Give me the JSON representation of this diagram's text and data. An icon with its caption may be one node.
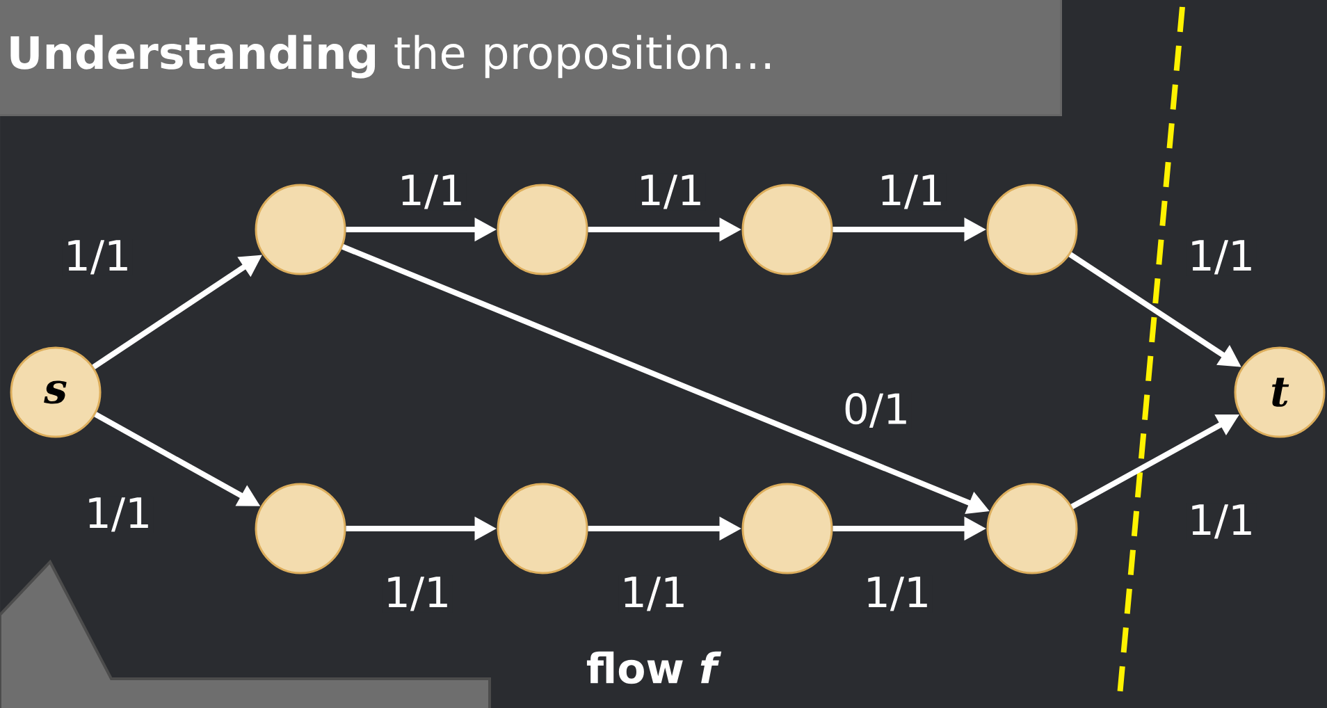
{
  "diagram": {
    "title": "**Understanding** the proposition…",
    "caption": "flow *f*",
    "nodes": [
      {
        "text": [
          "s"
        ]
      },
      {
        "text": [],
        "shape": "circle"
      },
      {
        "text": [],
        "shape": "circle"
      },
      {
        "text": [],
        "shape": "circle"
      },
      {
        "text": [],
        "shape": "circle"
      },
      {
        "text": [
          "t"
        ]
      },
      {
        "text": [],
        "shape": "circle"
      },
      {
        "text": [],
        "shape": "circle"
      },
      {
        "text": [],
        "shape": "circle"
      },
      {
        "text": [],
        "shape": "circle"
      }
    ],
    "edges": [
      {
        "from": 0,
        "to": 1,
        "arrow": "to",
        "label": "1/1"
      },
      {
        "from": 1,
        "to": 2,
        "arrow": "to",
        "label": "1/1"
      },
      {
        "from": 2,
        "to": 3,
        "arrow": "to",
        "label": "1/1"
      },
      {
        "from": 3,
        "to": 4,
        "arrow": "to",
        "label": "1/1"
      },
      {
        "from": 4,
        "to": 5,
        "arrow": "to",
        "label": "1/1"
      },
      {
        "from": 0,
        "to": 6,
        "arrow": "to",
        "label": "1/1"
      },
      {
        "from": 6,
        "to": 7,
        "arrow": "to",
        "label": "1/1"
      },
      {
        "from": 7,
        "to": 8,
        "arrow": "to",
        "label": "1/1"
      },
      {
        "from": 8,
        "to": 9,
        "arrow": "to",
        "label": "1/1"
      },
      {
        "from": 1,
        "to": 9,
        "arrow": "to",
        "label": "0/1"
      },
      {
        "from": 9,
        "to": 5,
        "arrow": "to",
        "label": "1/1"
      }
    ]
  }
}
